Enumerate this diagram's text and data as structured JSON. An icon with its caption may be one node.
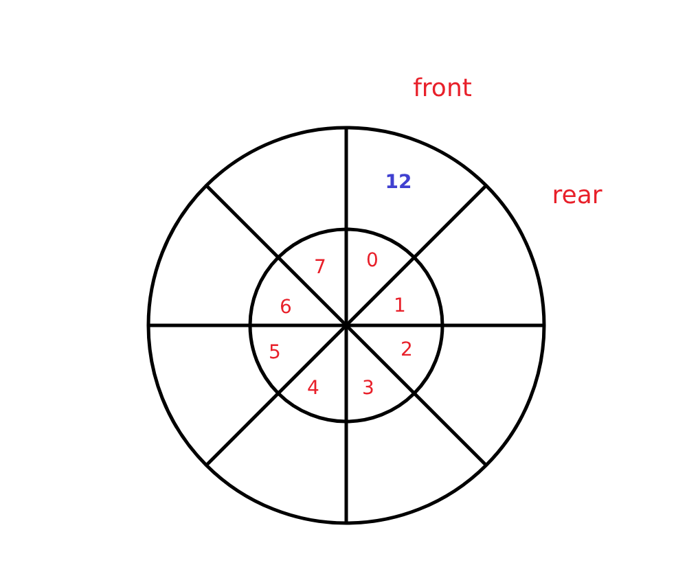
{
  "diagram": {
    "labels": [
      "front",
      "12",
      "rear",
      "7",
      "0",
      "6",
      "1",
      "5",
      "2",
      "4",
      "3"
    ]
  }
}
